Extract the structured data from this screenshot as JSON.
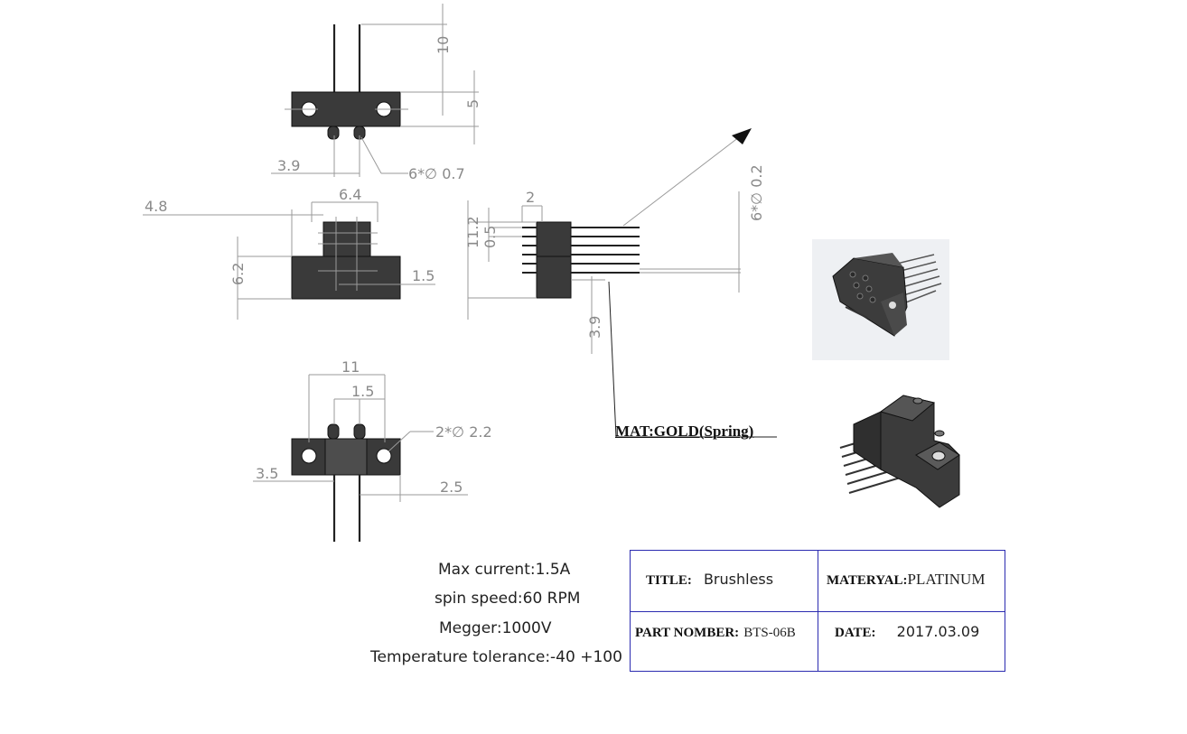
{
  "dimensions": {
    "top_view": {
      "d10": "10",
      "d5": "5",
      "d39": "3.9",
      "pin_dia": "6*∅ 0.7"
    },
    "front_view": {
      "d64": "6.4",
      "d48": "4.8",
      "d62": "6.2",
      "d15": "1.5"
    },
    "side_view": {
      "d2": "2",
      "d112": "11.2",
      "d05": "0.5",
      "d39": "3.9",
      "wire_dia": "6*∅ 0.2"
    },
    "bottom_view": {
      "d11": "11",
      "d15": "1.5",
      "d35": "3.5",
      "d25": "2.5",
      "hole_dia": "2*∅ 2.2"
    }
  },
  "material_note": "MAT:GOLD(Spring)",
  "specs": [
    "Max current:1.5A",
    "spin speed:60 RPM",
    "Megger:1000V",
    "Temperature tolerance:-40  +100"
  ],
  "title_block": {
    "title_label": "TITLE:",
    "title_value": "Brushless",
    "material_label": "MATERYAL:",
    "material_value": "PLATINUM",
    "part_label": "PART NOMBER:",
    "part_value": "BTS-06B",
    "date_label": "DATE:",
    "date_value": "2017.03.09"
  }
}
